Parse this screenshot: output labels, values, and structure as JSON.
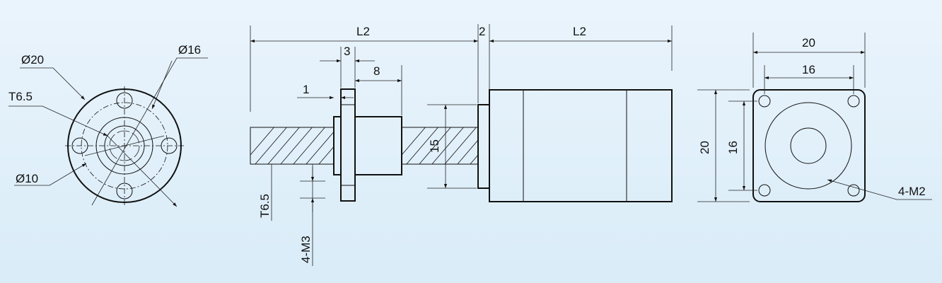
{
  "front_view": {
    "labels": {
      "d20": "Ø20",
      "d16": "Ø16",
      "t65": "T6.5",
      "d10": "Ø10"
    }
  },
  "side_view": {
    "labels": {
      "l2_left": "L2",
      "l2_right": "L2",
      "two": "2",
      "three": "3",
      "eight": "8",
      "one": "1",
      "fifteen": "15",
      "t65": "T6.5",
      "m3": "4-M3"
    }
  },
  "end_view": {
    "labels": {
      "w20": "20",
      "w16": "16",
      "h20": "20",
      "h16": "16",
      "m2": "4-M2"
    }
  }
}
